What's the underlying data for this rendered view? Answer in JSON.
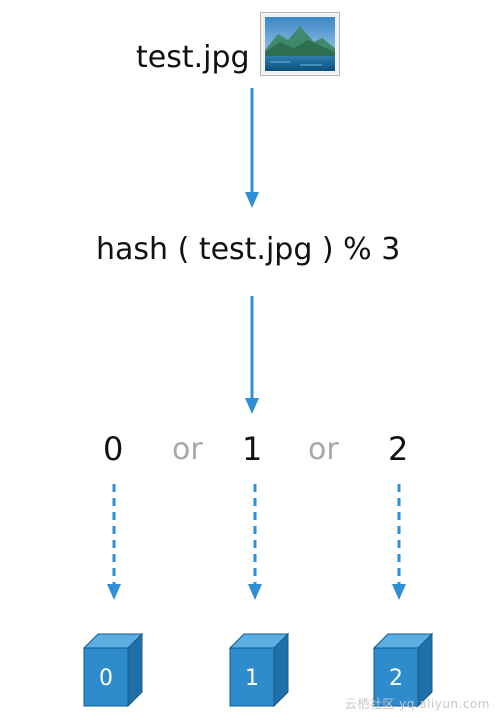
{
  "file": {
    "name": "test.jpg",
    "icon": "landscape-image-icon"
  },
  "formula": {
    "text": "hash (   test.jpg ) % 3"
  },
  "options": {
    "n0": "0",
    "or1": "or",
    "n1": "1",
    "or2": "or",
    "n2": "2"
  },
  "nodes": [
    {
      "label": "0"
    },
    {
      "label": "1"
    },
    {
      "label": "2"
    }
  ],
  "watermark": "云栖社区 yq.aliyun.com",
  "colors": {
    "arrow": "#2f8fd6",
    "cube_front": "#2e8ccc",
    "cube_top": "#5aaee4",
    "cube_side": "#1f6fa8",
    "cube_edge": "#175c8c",
    "or_text": "#a8a8a8"
  }
}
